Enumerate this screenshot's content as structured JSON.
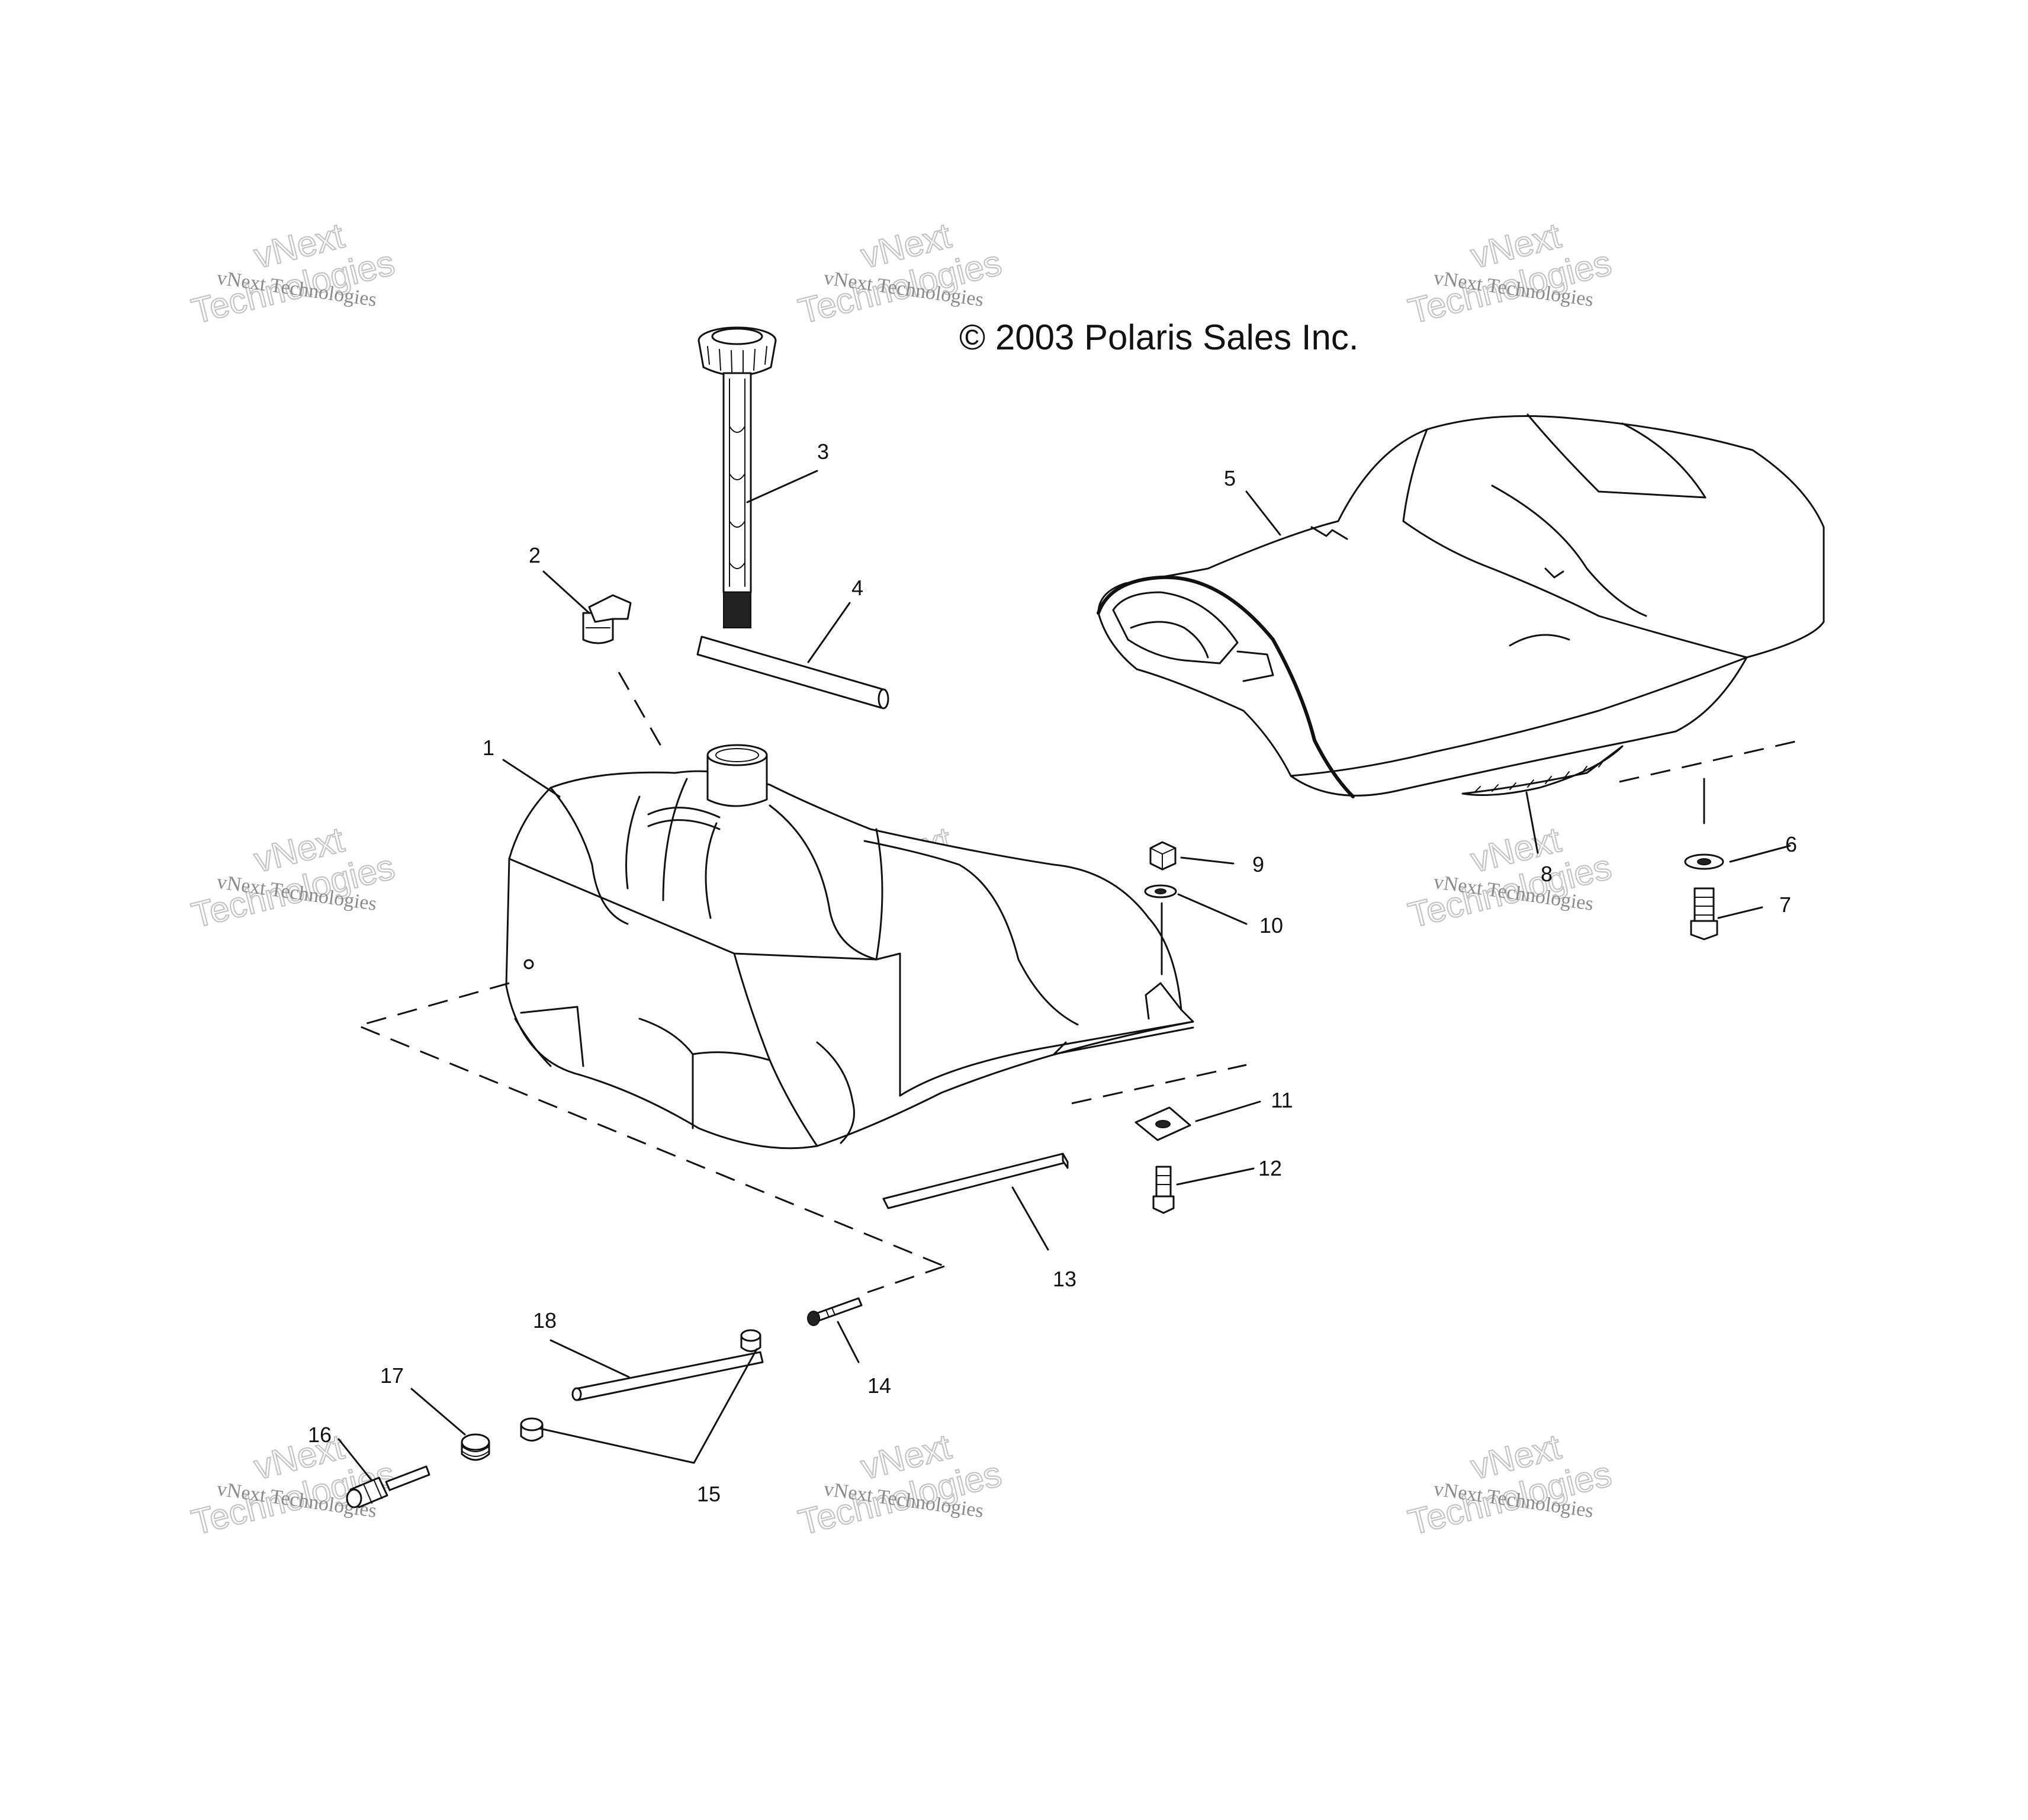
{
  "copyright": "© 2003 Polaris Sales Inc.",
  "watermark": {
    "line1": "vNext Technologies",
    "line2a": "vNext",
    "line2b": "Technologies"
  },
  "callouts": [
    {
      "label": "1"
    },
    {
      "label": "2"
    },
    {
      "label": "3"
    },
    {
      "label": "4"
    },
    {
      "label": "5"
    },
    {
      "label": "6"
    },
    {
      "label": "7"
    },
    {
      "label": "8"
    },
    {
      "label": "9"
    },
    {
      "label": "10"
    },
    {
      "label": "11"
    },
    {
      "label": "12"
    },
    {
      "label": "13"
    },
    {
      "label": "14"
    },
    {
      "label": "15"
    },
    {
      "label": "16"
    },
    {
      "label": "17"
    },
    {
      "label": "18"
    }
  ]
}
